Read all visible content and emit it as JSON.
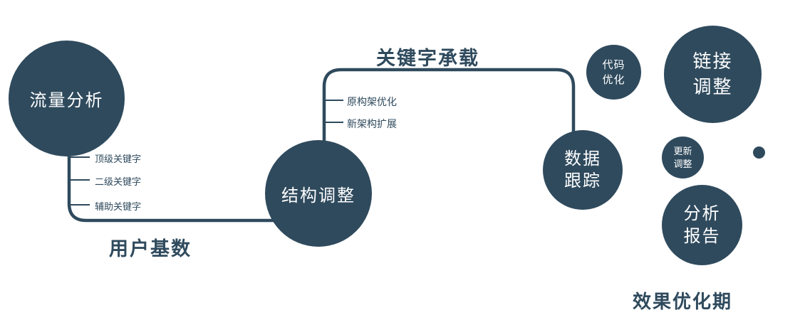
{
  "colors": {
    "primary": "#2f4a5d",
    "node_text": "#ffffff"
  },
  "nodes": {
    "traffic": {
      "label": "流量分析"
    },
    "structure": {
      "label": "结构调整"
    },
    "tracking": {
      "lines": [
        "数据",
        "跟踪"
      ]
    },
    "code": {
      "lines": [
        "代码",
        "优化"
      ]
    },
    "link": {
      "lines": [
        "链接",
        "调整"
      ]
    },
    "update": {
      "lines": [
        "更新",
        "调整"
      ]
    },
    "report": {
      "lines": [
        "分析",
        "报告"
      ]
    }
  },
  "edge_labels": {
    "keyword_carry": "关键字承载",
    "user_base": "用户基数",
    "effect_period": "效果优化期"
  },
  "ticks_left": [
    "顶级关键字",
    "二级关键字",
    "辅助关键字"
  ],
  "ticks_middle": [
    "原构架优化",
    "新架构扩展"
  ]
}
